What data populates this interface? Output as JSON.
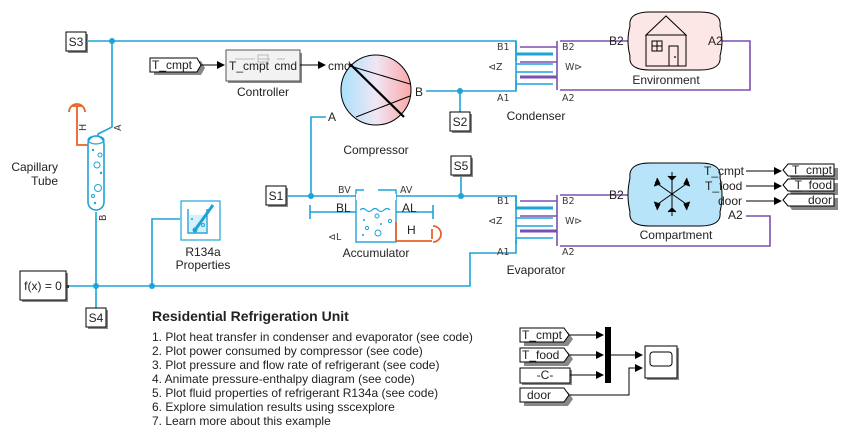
{
  "diagram": {
    "title": "Residential Refrigeration Unit",
    "links": [
      "1. Plot heat transfer in condenser and evaporator (see code)",
      "2. Plot power consumed by compressor (see code)",
      "3. Plot pressure and flow rate of refrigerant (see code)",
      "4. Animate pressure-enthalpy diagram (see code)",
      "5. Plot fluid properties of refrigerant R134a (see code)",
      "6. Explore simulation results using sscexplore",
      "7. Learn more about this example"
    ],
    "sensors": {
      "s1": "S1",
      "s2": "S2",
      "s3": "S3",
      "s4": "S4",
      "s5": "S5"
    },
    "solver": "f(x) = 0",
    "controller": {
      "label": "Controller",
      "in_port": "T_cmpt",
      "out_port": "cmd",
      "from_tag": "T_cmpt",
      "out_signal": "cmd"
    },
    "compressor": {
      "label": "Compressor",
      "port_a": "A",
      "port_b": "B"
    },
    "condenser": {
      "label": "Condenser",
      "ports": {
        "b1": "B1",
        "a1": "A1",
        "b2": "B2",
        "a2": "A2",
        "z": "⊲Z",
        "w": "W⊳"
      }
    },
    "evaporator": {
      "label": "Evaporator",
      "ports": {
        "b1": "B1",
        "a1": "A1",
        "b2": "B2",
        "a2": "A2",
        "z": "⊲Z",
        "w": "W⊳"
      }
    },
    "environment": {
      "label": "Environment",
      "port_b2": "B2",
      "port_a2": "A2"
    },
    "compartment": {
      "label": "Compartment",
      "port_b2": "B2",
      "port_a2": "A2",
      "outputs": [
        "T_cmpt",
        "T_food",
        "door"
      ]
    },
    "goto_tags": [
      "T_cmpt",
      "T_food",
      "door"
    ],
    "capillary": {
      "label_line1": "Capillary",
      "label_line2": "Tube",
      "port_a": "A",
      "port_b": "B",
      "port_h": "H"
    },
    "accumulator": {
      "label": "Accumulator",
      "ports": {
        "bv": "BV",
        "av": "AV",
        "bl": "BL",
        "al": "AL",
        "l": "⊲L",
        "h": "H"
      }
    },
    "properties": {
      "label_line1": "R134a",
      "label_line2": "Properties"
    },
    "scope_inputs": {
      "from1": "T_cmpt",
      "from2": "T_food",
      "const": "-C-",
      "from3": "door"
    },
    "colors": {
      "thermal_liquid": "#1ea3d8",
      "moist_air": "#7b4fb0",
      "thermal": "#e8632a"
    }
  }
}
